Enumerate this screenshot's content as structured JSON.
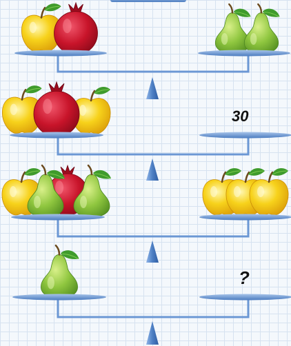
{
  "puzzle": {
    "rows": [
      {
        "left": [
          "apple",
          "pomegranate"
        ],
        "right": [
          "pear",
          "pear"
        ],
        "value": ""
      },
      {
        "left": [
          "apple",
          "pomegranate",
          "apple"
        ],
        "right": [],
        "value": "30"
      },
      {
        "left": [
          "apple",
          "pear",
          "pomegranate",
          "pear"
        ],
        "right": [
          "apple",
          "apple",
          "apple"
        ],
        "value": ""
      },
      {
        "left": [
          "pear"
        ],
        "right": [],
        "value": "?"
      }
    ],
    "colors": {
      "plate": "#5f8fcf",
      "beam": "#6b97d4",
      "apple": "#f7d21b",
      "pear": "#8fc63f",
      "pomegranate": "#c8142a",
      "leaf": "#3f9b2c"
    }
  }
}
